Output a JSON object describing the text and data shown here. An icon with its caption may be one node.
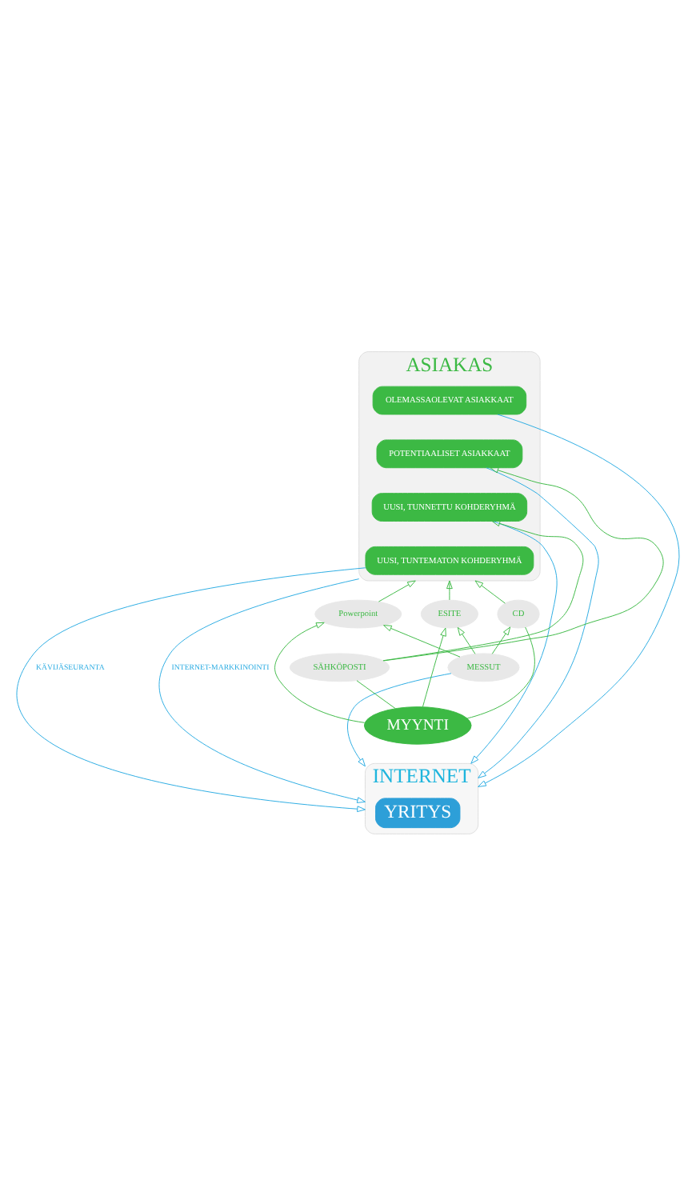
{
  "diagram": {
    "nodes": [
      {
        "text": [
          "ASIAKAS"
        ]
      },
      {
        "text": [
          "OLEMASSAOLEVAT ASIAKKAAT"
        ],
        "in": 0
      },
      {
        "text": [
          "POTENTIAALISET ASIAKKAAT"
        ],
        "in": 0
      },
      {
        "text": [
          "UUSI, TUNNETTU KOHDERYHMÄ"
        ],
        "in": 0
      },
      {
        "text": [
          "UUSI, TUNTEMATON KOHDERYHMÄ"
        ],
        "in": 0
      },
      {
        "text": [
          "ESITE"
        ]
      },
      {
        "text": [
          "CD"
        ]
      },
      {
        "text": [
          "Powerpoint"
        ]
      },
      {
        "text": [
          "SÄHKÖPOSTI"
        ]
      },
      {
        "text": [
          "MESSUT"
        ]
      },
      {
        "text": [
          "MYYNTI"
        ]
      },
      {
        "text": [
          "INTERNET"
        ]
      },
      {
        "text": [
          "YRITYS"
        ],
        "in": 11
      }
    ],
    "edges": [
      {
        "from": 5,
        "to": 0,
        "arrow": "to"
      },
      {
        "from": 6,
        "to": 0,
        "arrow": "to"
      },
      {
        "from": 7,
        "to": 0,
        "arrow": "to"
      },
      {
        "from": 8,
        "to": 2,
        "arrow": "to"
      },
      {
        "from": 8,
        "to": 3,
        "arrow": "to"
      },
      {
        "from": 9,
        "to": 5,
        "arrow": "to"
      },
      {
        "from": 9,
        "to": 6,
        "arrow": "to"
      },
      {
        "from": 9,
        "to": 7,
        "arrow": "to"
      },
      {
        "from": 10,
        "to": 8,
        "arrow": "none"
      },
      {
        "from": 10,
        "to": 5,
        "arrow": "to"
      },
      {
        "from": 10,
        "to": 6,
        "arrow": "none"
      },
      {
        "from": 10,
        "to": 7,
        "arrow": "to"
      },
      {
        "from": 1,
        "to": 11,
        "arrow": "to",
        "color": "#29abe2"
      },
      {
        "from": 2,
        "to": 11,
        "arrow": "to",
        "color": "#29abe2"
      },
      {
        "from": 3,
        "to": 11,
        "arrow": "to",
        "color": "#29abe2"
      },
      {
        "from": 4,
        "to": 11,
        "arrow": "to",
        "label": "KÄVIJÄSEURANTA",
        "color": "#29abe2"
      },
      {
        "from": 0,
        "to": 11,
        "arrow": "to",
        "label": "INTERNET-MARKKINOINTI",
        "color": "#29abe2"
      },
      {
        "from": 9,
        "to": 11,
        "arrow": "to",
        "color": "#29abe2"
      }
    ]
  }
}
